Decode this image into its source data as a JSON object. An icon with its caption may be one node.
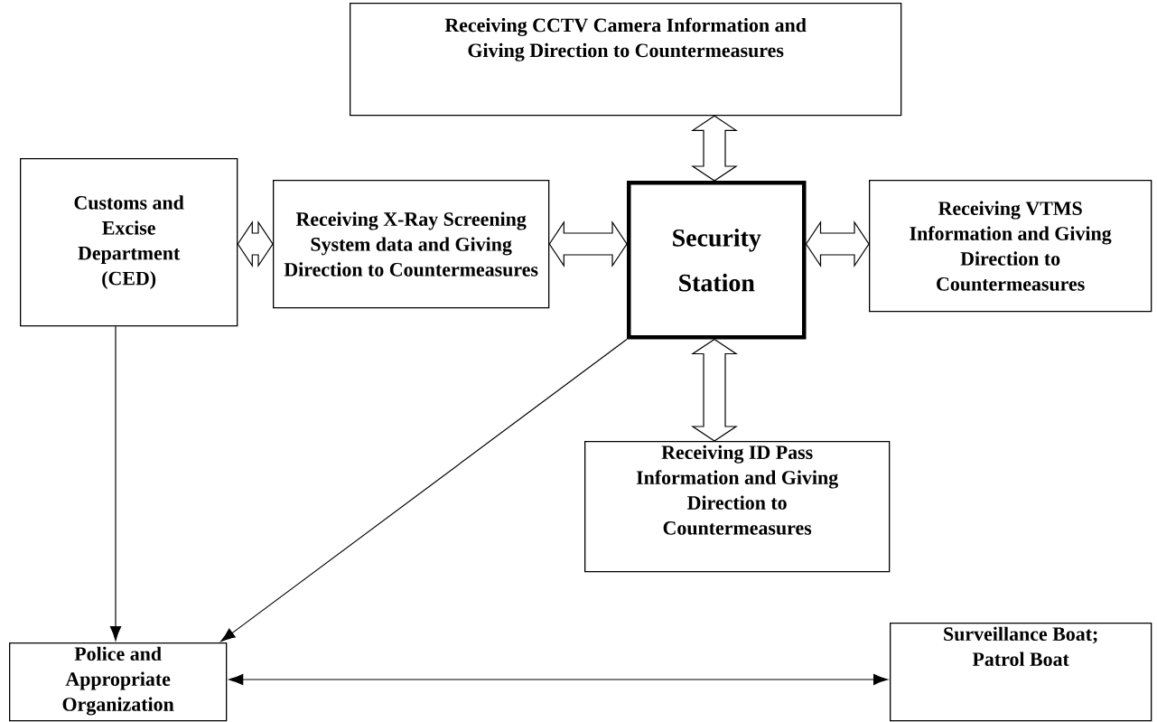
{
  "diagram": {
    "nodes": [
      {
        "text": [
          "Receiving CCTV Camera Information and Giving Direction to Countermeasures"
        ]
      },
      {
        "text": [
          "Customs and Excise Department (CED)"
        ]
      },
      {
        "text": [
          "Receiving X-Ray Screening System data and Giving Direction to Countermeasures"
        ]
      },
      {
        "text": [
          "Security Station"
        ]
      },
      {
        "text": [
          "Receiving VTMS Information and Giving Direction to Countermeasures"
        ]
      },
      {
        "text": [
          "Receiving ID Pass Information and Giving Direction to Countermeasures"
        ]
      },
      {
        "text": [
          "Police and Appropriate Organization"
        ]
      },
      {
        "text": [
          "Surveillance Boat; Patrol Boat"
        ]
      }
    ],
    "edges": [
      {
        "from": 0,
        "to": 3,
        "arrow": "both",
        "style": "thick"
      },
      {
        "from": 1,
        "to": 2,
        "arrow": "both",
        "style": "thick"
      },
      {
        "from": 2,
        "to": 3,
        "arrow": "both",
        "style": "thick"
      },
      {
        "from": 3,
        "to": 4,
        "arrow": "both",
        "style": "thick"
      },
      {
        "from": 3,
        "to": 5,
        "arrow": "both",
        "style": "thick"
      },
      {
        "from": 1,
        "to": 6,
        "arrow": "to"
      },
      {
        "from": 3,
        "to": 6,
        "arrow": "to"
      },
      {
        "from": 6,
        "to": 7,
        "arrow": "both"
      }
    ]
  }
}
